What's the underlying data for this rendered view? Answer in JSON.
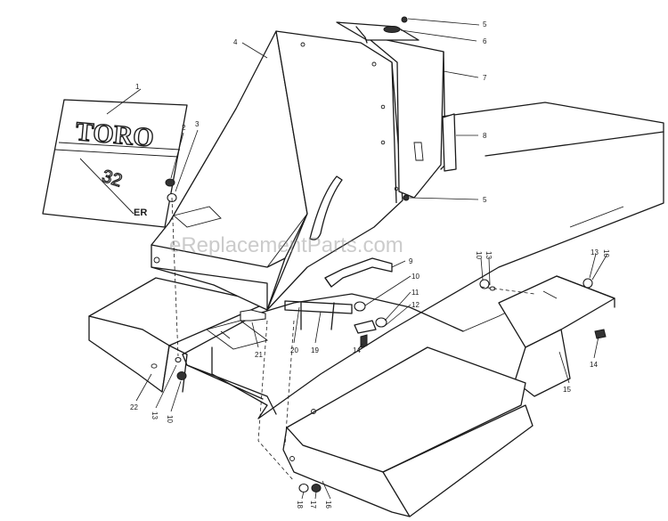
{
  "watermark": "eReplacementParts.com",
  "decal": {
    "brand": "TORO",
    "model_number": "32",
    "suffix": "ER"
  },
  "callouts": [
    {
      "id": "c1",
      "label": "1"
    },
    {
      "id": "c2",
      "label": "2"
    },
    {
      "id": "c3",
      "label": "3"
    },
    {
      "id": "c4",
      "label": "4"
    },
    {
      "id": "c5a",
      "label": "5"
    },
    {
      "id": "c6",
      "label": "6"
    },
    {
      "id": "c7",
      "label": "7"
    },
    {
      "id": "c8",
      "label": "8"
    },
    {
      "id": "c5b",
      "label": "5"
    },
    {
      "id": "c9",
      "label": "9"
    },
    {
      "id": "c10a",
      "label": "10"
    },
    {
      "id": "c11",
      "label": "11"
    },
    {
      "id": "c12",
      "label": "12"
    },
    {
      "id": "c10b",
      "label": "10"
    },
    {
      "id": "c13a",
      "label": "13"
    },
    {
      "id": "c13b",
      "label": "13"
    },
    {
      "id": "c10c",
      "label": "10"
    },
    {
      "id": "c14a",
      "label": "14"
    },
    {
      "id": "c15",
      "label": "15"
    },
    {
      "id": "c14b",
      "label": "14"
    },
    {
      "id": "c19",
      "label": "19"
    },
    {
      "id": "c20",
      "label": "20"
    },
    {
      "id": "c21",
      "label": "21"
    },
    {
      "id": "c22",
      "label": "22"
    },
    {
      "id": "c13c",
      "label": "13"
    },
    {
      "id": "c10d",
      "label": "10"
    },
    {
      "id": "c18",
      "label": "18"
    },
    {
      "id": "c17",
      "label": "17"
    },
    {
      "id": "c16",
      "label": "16"
    }
  ]
}
